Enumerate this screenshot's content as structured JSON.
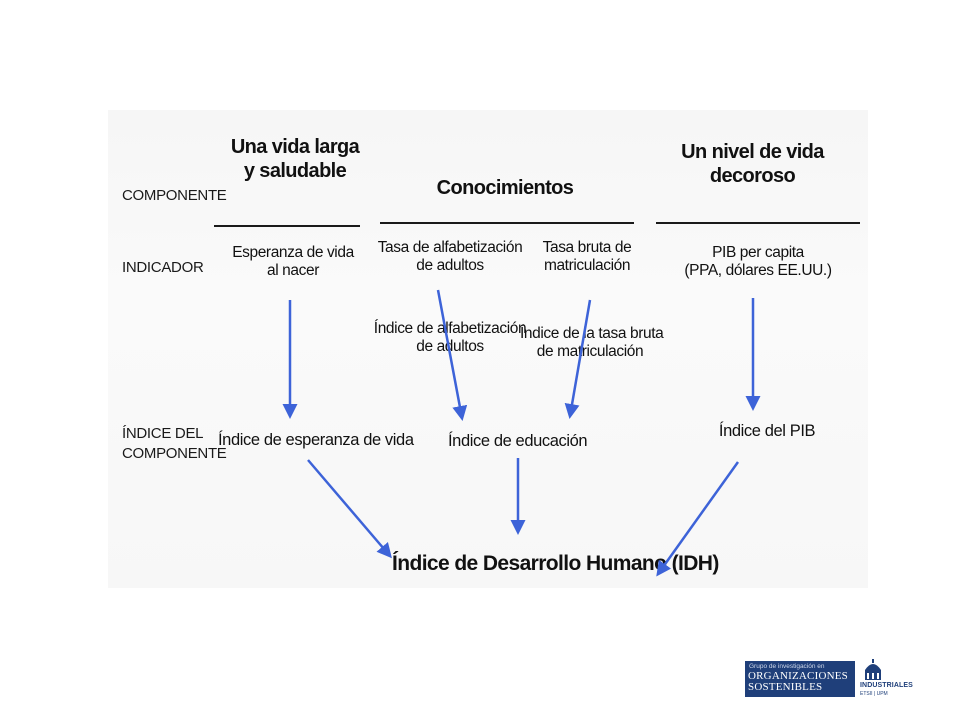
{
  "rows": {
    "componente": "COMPONENTE",
    "indicador": "INDICADOR",
    "indice_line1": "ÍNDICE DEL",
    "indice_line2": "COMPONENTE"
  },
  "components": {
    "vida_line1": "Una vida larga",
    "vida_line2": "y saludable",
    "conocimientos": "Conocimientos",
    "nivel_line1": "Un nivel de vida",
    "nivel_line2": "decoroso"
  },
  "indicators": {
    "esperanza_line1": "Esperanza de vida",
    "esperanza_line2": "al nacer",
    "alfab_line1": "Tasa de alfabetización",
    "alfab_line2": "de adultos",
    "matric_line1": "Tasa bruta de",
    "matric_line2": "matriculación",
    "pib_line1": "PIB per capita",
    "pib_line2": "(PPA, dólares EE.UU.)"
  },
  "sub_indices": {
    "alfab_line1": "Índice de alfabetización",
    "alfab_line2": "de adultos",
    "matric_line1": "Índice de la tasa bruta",
    "matric_line2": "de matriculación"
  },
  "component_indices": {
    "esperanza": "Índice de esperanza de vida",
    "educacion": "Índice de educación",
    "pib": "Índice del PIB"
  },
  "final_index": "Índice de Desarrollo Humano (IDH)",
  "colors": {
    "arrow": "#3d63d8",
    "logo_bg": "#1f3f7a"
  },
  "logos": {
    "group_small": "Grupo de investigación en",
    "group_line1": "ORGANIZACIONES",
    "group_line2": "SOSTENIBLES",
    "industrial": "INDUSTRIALES",
    "industrial_sub": "ETSII | UPM"
  }
}
